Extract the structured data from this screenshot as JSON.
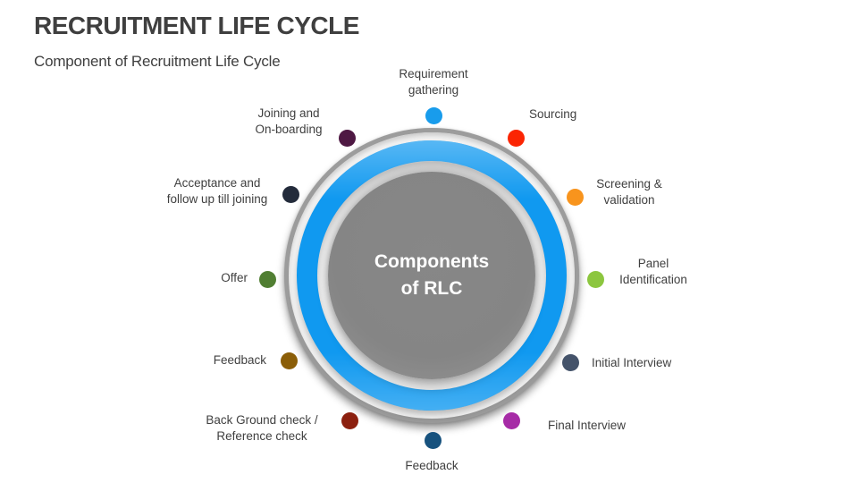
{
  "slide": {
    "title": "RECRUITMENT LIFE CYCLE",
    "subtitle": "Component of Recruitment Life Cycle"
  },
  "colors": {
    "background": "#FFFFFF",
    "title-text": "#3F3F3F",
    "label-text": "#404040",
    "outer-ring": "#9C9C9C",
    "blue-ring": "#1099F0",
    "center-fill": "#878787",
    "center-text": "#FFFFFF"
  },
  "diagram": {
    "center_label": "Components\nof RLC",
    "items": [
      {
        "label": "Requirement\ngathering",
        "color": "#189CEC"
      },
      {
        "label": "Sourcing",
        "color": "#FB2503"
      },
      {
        "label": "Screening &\nvalidation",
        "color": "#F8941D"
      },
      {
        "label": "Panel\nIdentification",
        "color": "#8CC63F"
      },
      {
        "label": "Initial Interview",
        "color": "#44536A"
      },
      {
        "label": "Final Interview",
        "color": "#A62BA6"
      },
      {
        "label": "Feedback",
        "color": "#17527E"
      },
      {
        "label": "Back Ground check /\nReference check",
        "color": "#8C200F"
      },
      {
        "label": "Feedback",
        "color": "#8B5E08"
      },
      {
        "label": "Offer",
        "color": "#507E32"
      },
      {
        "label": "Acceptance and\nfollow up till joining",
        "color": "#232B3B"
      },
      {
        "label": "Joining and\nOn-boarding",
        "color": "#4E1843"
      }
    ]
  }
}
